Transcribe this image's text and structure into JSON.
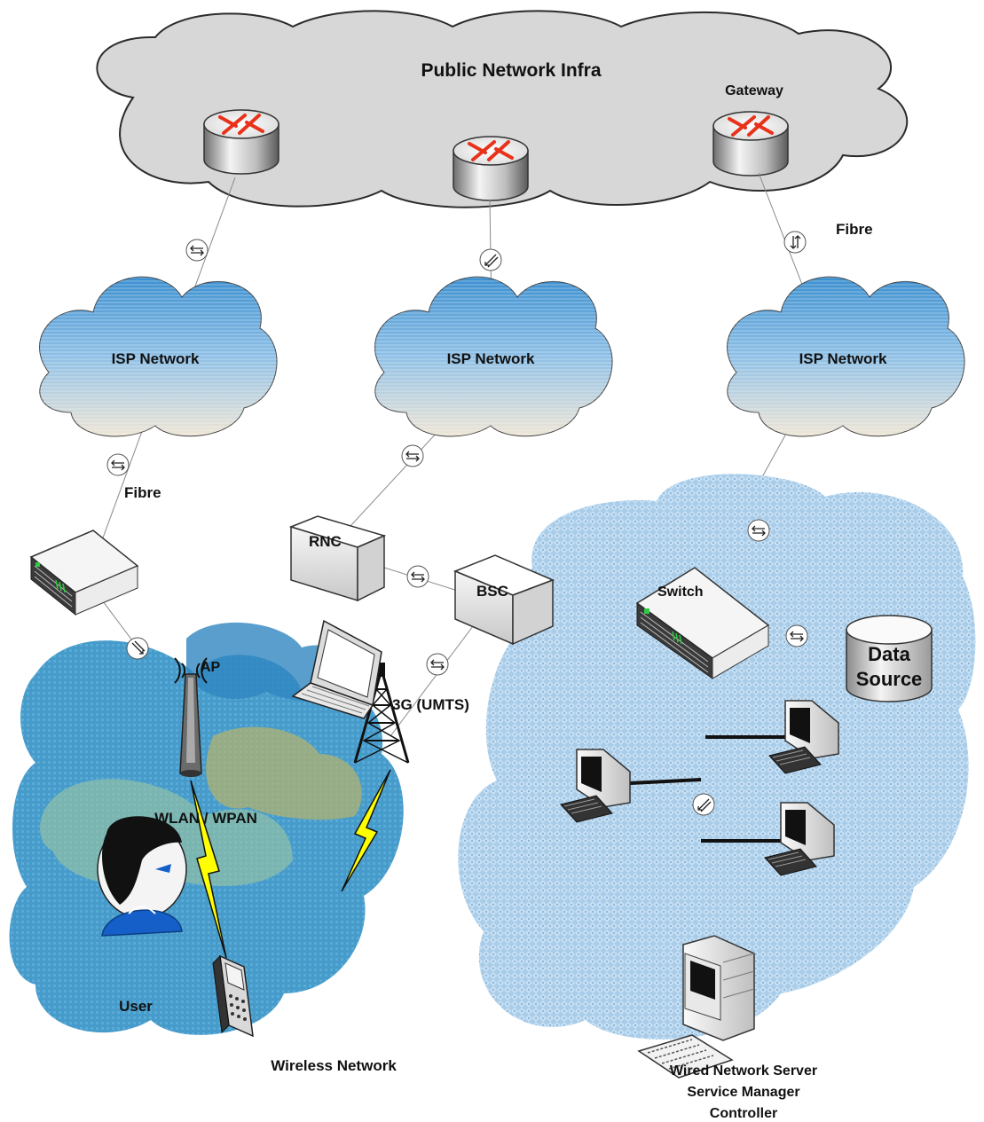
{
  "labels": {
    "public_network": "Public Network Infra",
    "gateway": "Gateway",
    "fibre_right": "Fibre",
    "fibre_left": "Fibre",
    "isp_left": "ISP Network",
    "isp_center": "ISP Network",
    "isp_right": "ISP Network",
    "rnc": "RNC",
    "bsc": "BSC",
    "switch": "Switch",
    "data_source_line1": "Data",
    "data_source_line2": "Source",
    "ap": "AP",
    "umts": "3G (UMTS)",
    "wlan": "WLAN / WPAN",
    "user": "User",
    "wireless_network": "Wireless Network",
    "wired_line1": "Wired Network Server",
    "wired_line2": "Service Manager",
    "wired_line3": "Controller"
  },
  "icons": {
    "router": "router-icon",
    "cloud": "cloud-icon",
    "link": "link-arrow-icon",
    "rnc": "rnc-box-icon",
    "switch": "switch-icon",
    "database": "database-icon",
    "workstation": "workstation-icon",
    "server": "server-icon",
    "tower": "cell-tower-icon",
    "access_point": "access-point-icon",
    "phone": "mobile-phone-icon",
    "laptop": "laptop-icon",
    "user": "user-icon",
    "lightning": "lightning-icon"
  },
  "colors": {
    "router_arrow": "#e8321a",
    "cloud_blue": "#5aa3d6",
    "wired_bg": "#b9d6ee",
    "lightning": "#ffff00",
    "user_shirt": "#1560c8"
  }
}
